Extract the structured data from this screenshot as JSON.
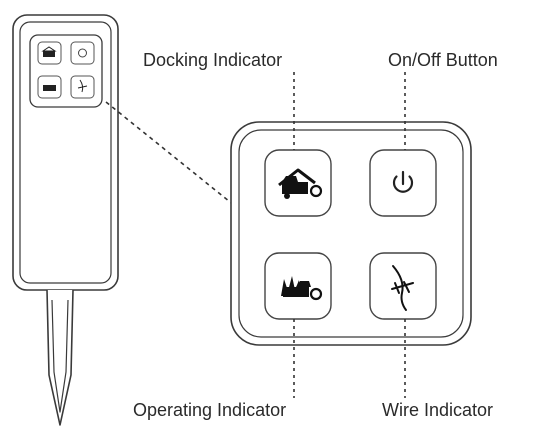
{
  "labels": {
    "docking": "Docking Indicator",
    "onoff": "On/Off Button",
    "operating": "Operating Indicator",
    "wire": "Wire Indicator"
  },
  "colors": {
    "outline": "#3a3a3a",
    "icon": "#111111",
    "text": "#2a2a2a"
  },
  "icons": {
    "docking": "mower-docked-icon",
    "onoff": "power-icon",
    "operating": "mower-grass-icon",
    "wire": "boundary-wire-icon"
  }
}
